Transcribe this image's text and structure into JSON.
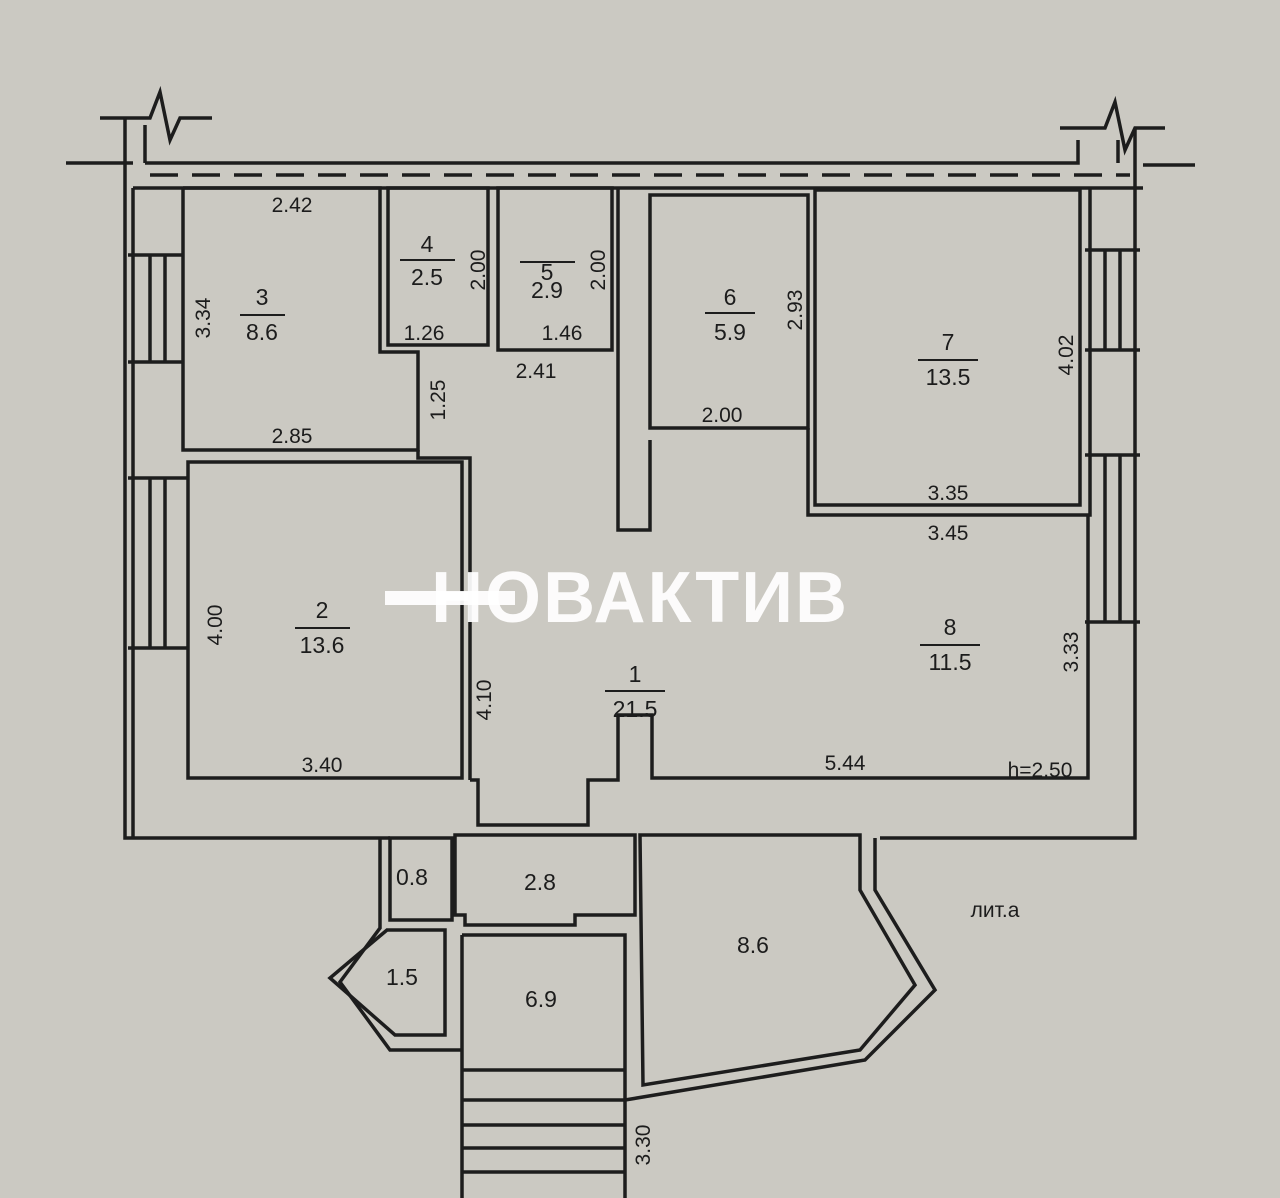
{
  "rooms": [
    {
      "number": "1",
      "area": "21.5"
    },
    {
      "number": "2",
      "area": "13.6"
    },
    {
      "number": "3",
      "area": "8.6"
    },
    {
      "number": "4",
      "area": "2.5"
    },
    {
      "number": "5",
      "area": "2.9"
    },
    {
      "number": "6",
      "area": "5.9"
    },
    {
      "number": "7",
      "area": "13.5"
    },
    {
      "number": "8",
      "area": "11.5"
    }
  ],
  "annex_areas": [
    "0.8",
    "2.8",
    "1.5",
    "6.9",
    "8.6"
  ],
  "dimensions": {
    "r3_top": "2.42",
    "r3_left": "3.34",
    "r3_bottom": "2.85",
    "r4_right": "2.00",
    "r4_bottom": "1.26",
    "r5_right": "2.00",
    "r5_bottom": "1.46",
    "corridor": "2.41",
    "corridor_v": "1.25",
    "r6_right": "2.93",
    "r6_bottom": "2.00",
    "r7_right": "4.02",
    "r7_bottom": "3.35",
    "r8_top": "3.45",
    "r8_right": "3.33",
    "r8_bottom": "5.44",
    "r2_left": "4.00",
    "r2_bottom": "3.40",
    "r2_right": "4.10",
    "stairs": "3.30"
  },
  "ceiling_height": "h=2.50",
  "annex_label": "лит.а",
  "watermark": "НОВАКТИВ"
}
